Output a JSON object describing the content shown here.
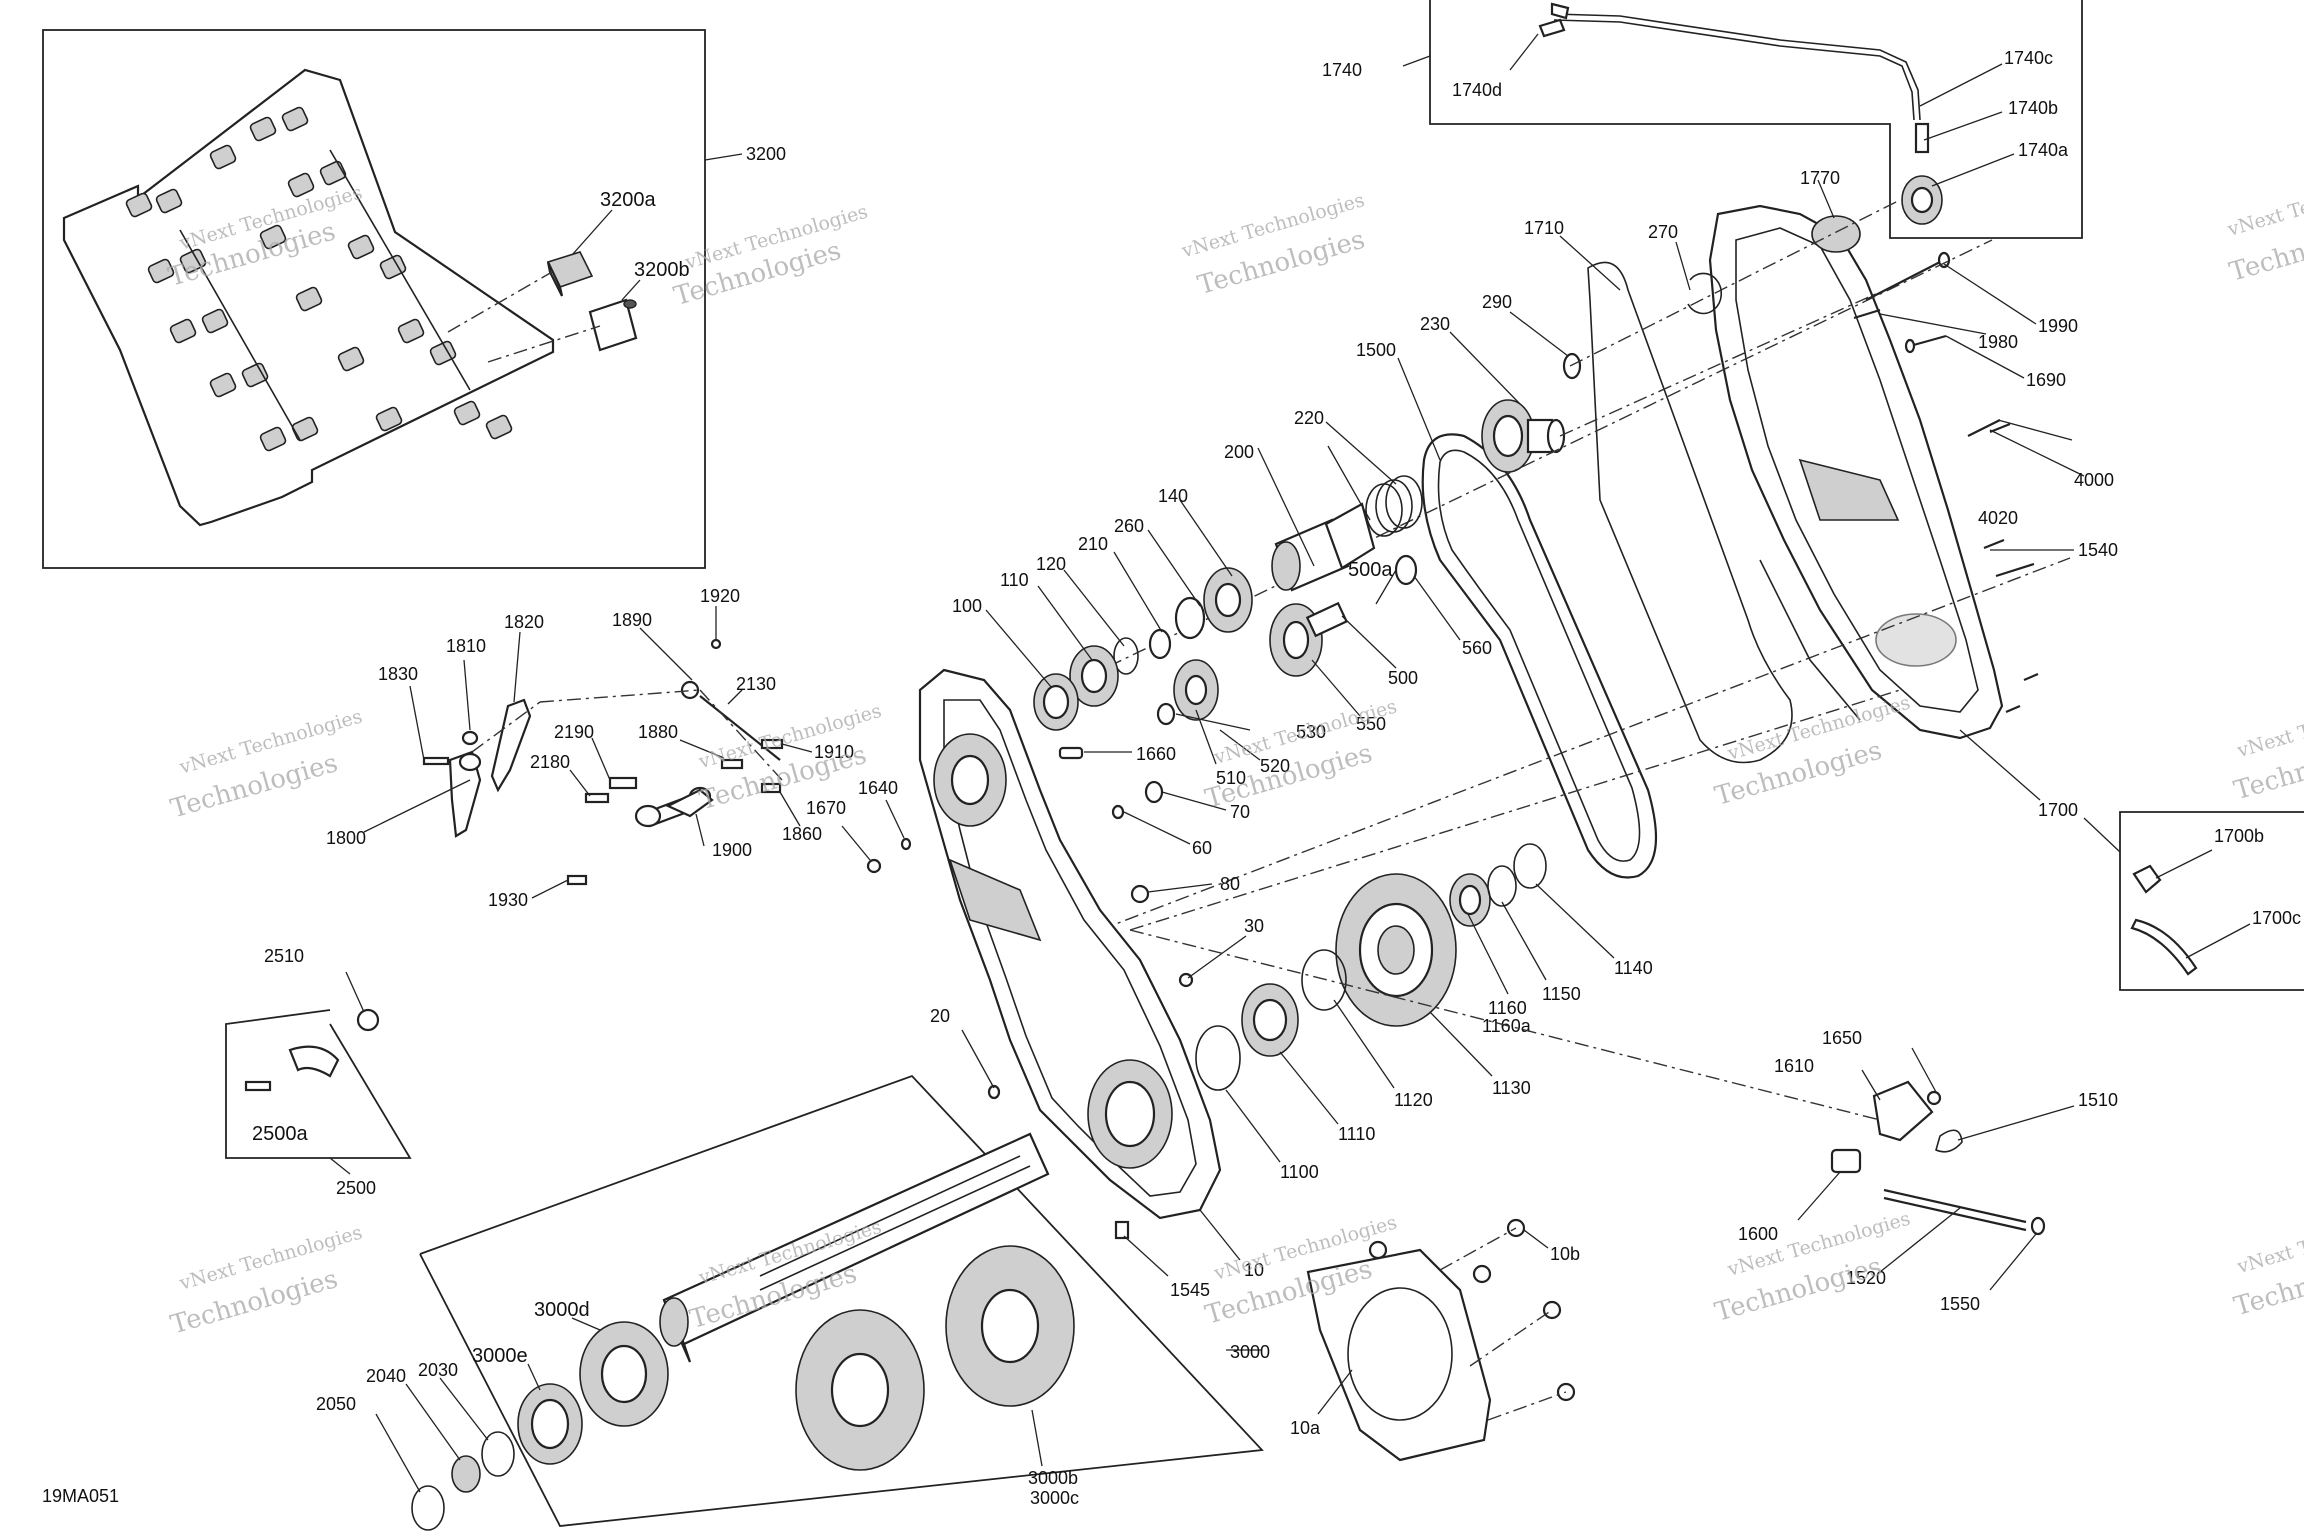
{
  "drawing_code": "19MA051",
  "watermark": {
    "line1": "vNext Technologies",
    "line2": "Technologies"
  },
  "labels": {
    "p3200": "3200",
    "p3200a": "3200a",
    "p3200b": "3200b",
    "p1740": "1740",
    "p1740a": "1740a",
    "p1740b": "1740b",
    "p1740c": "1740c",
    "p1740d": "1740d",
    "p1770": "1770",
    "p1710": "1710",
    "p270": "270",
    "p290": "290",
    "p230": "230",
    "p1500": "1500",
    "p220": "220",
    "p200": "200",
    "p140": "140",
    "p260": "260",
    "p210": "210",
    "p120": "120",
    "p110": "110",
    "p100": "100",
    "p500a": "500a",
    "p500": "500",
    "p560": "560",
    "p550": "550",
    "p530": "530",
    "p510": "510",
    "p520": "520",
    "p1990": "1990",
    "p1980": "1980",
    "p1690": "1690",
    "p4000": "4000",
    "p4020": "4020",
    "p1540": "1540",
    "p1700": "1700",
    "p1700b": "1700b",
    "p1700c": "1700c",
    "p1920": "1920",
    "p1820": "1820",
    "p1890": "1890",
    "p1810": "1810",
    "p1830": "1830",
    "p2130": "2130",
    "p1880": "1880",
    "p1910": "1910",
    "p2190": "2190",
    "p2180": "2180",
    "p1860": "1860",
    "p1900": "1900",
    "p1800": "1800",
    "p1930": "1930",
    "p1670": "1670",
    "p1640": "1640",
    "p1660": "1660",
    "p70": "70",
    "p60": "60",
    "p80": "80",
    "p30": "30",
    "p20": "20",
    "p1160": "1160",
    "p1160a": "1160a",
    "p1150": "1150",
    "p1140": "1140",
    "p1130": "1130",
    "p1120": "1120",
    "p1110": "1110",
    "p1100": "1100",
    "p2510": "2510",
    "p2500": "2500",
    "p2500a": "2500a",
    "p1650": "1650",
    "p1610": "1610",
    "p1510": "1510",
    "p1600": "1600",
    "p1520": "1520",
    "p1550": "1550",
    "p1545": "1545",
    "p10": "10",
    "p10a": "10a",
    "p10b": "10b",
    "p3000": "3000",
    "p3000b": "3000b",
    "p3000c": "3000c",
    "p3000d": "3000d",
    "p3000e": "3000e",
    "p2040": "2040",
    "p2030": "2030",
    "p2050": "2050"
  },
  "colors": {
    "line": "#222222",
    "watermark": "#a8a8a8",
    "background": "#ffffff"
  }
}
